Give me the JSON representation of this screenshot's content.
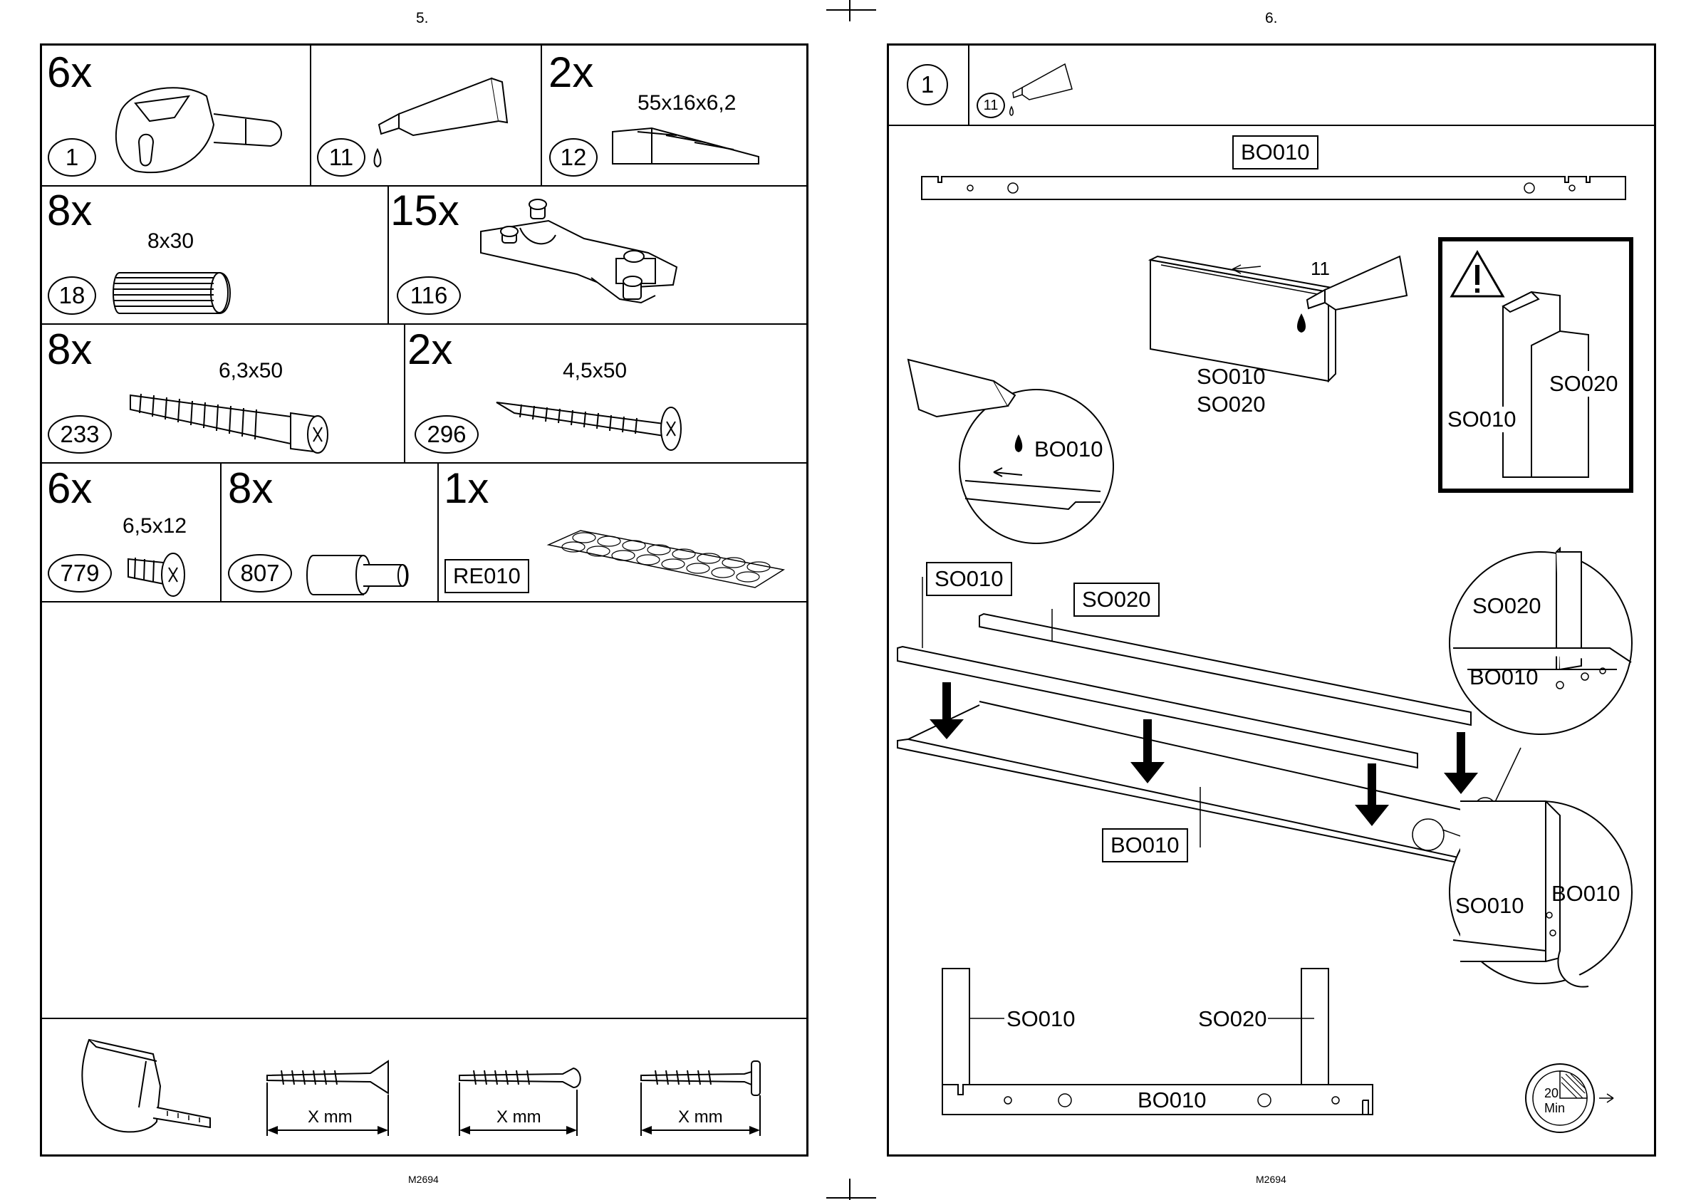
{
  "left_page": {
    "page_number": "5.",
    "footer": "M2694",
    "parts": [
      {
        "qty": "6x",
        "id": "1",
        "dimension": "",
        "icon": "cam-fitting-icon"
      },
      {
        "qty": "",
        "id": "11",
        "dimension": "",
        "icon": "glue-tube-icon"
      },
      {
        "qty": "2x",
        "id": "12",
        "dimension": "55x16x6,2",
        "icon": "wedge-shims-icon"
      },
      {
        "qty": "8x",
        "id": "18",
        "dimension": "8x30",
        "icon": "wood-dowel-icon"
      },
      {
        "qty": "15x",
        "id": "116",
        "dimension": "",
        "icon": "hinge-icon"
      },
      {
        "qty": "8x",
        "id": "233",
        "dimension": "6,3x50",
        "icon": "confirmat-screw-icon"
      },
      {
        "qty": "2x",
        "id": "296",
        "dimension": "4,5x50",
        "icon": "wood-screw-icon"
      },
      {
        "qty": "6x",
        "id": "779",
        "dimension": "6,5x12",
        "icon": "short-screw-icon"
      },
      {
        "qty": "8x",
        "id": "807",
        "dimension": "",
        "icon": "shelf-pin-icon"
      },
      {
        "qty": "1x",
        "id": "RE010",
        "dimension": "",
        "icon": "felt-pads-sheet-icon"
      }
    ],
    "measure_label": "X mm"
  },
  "right_page": {
    "page_number": "6.",
    "footer": "M2694",
    "step_number": "1",
    "glue_ref": "11",
    "labels": {
      "bo010": "BO010",
      "so010": "SO010",
      "so020": "SO020",
      "glue_number": "11"
    },
    "timer": {
      "value": "20",
      "unit": "Min"
    }
  }
}
